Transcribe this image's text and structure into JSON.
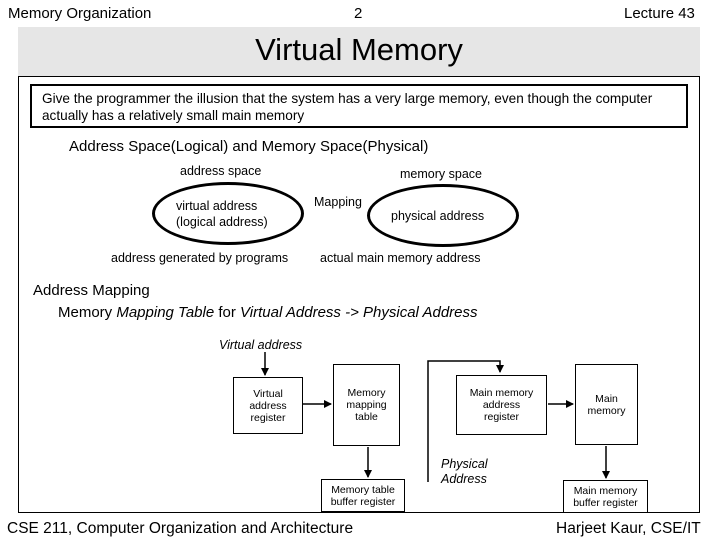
{
  "header": {
    "left": "Memory Organization",
    "center": "2",
    "right": "Lecture 43"
  },
  "slide": {
    "title": "Virtual Memory",
    "intro": "Give the programmer the illusion that the system has a very large memory, even though the computer actually has a relatively small main memory"
  },
  "section1": {
    "heading": "Address Space(Logical)  and Memory Space(Physical)",
    "address_space_label": "address space",
    "memory_space_label": "memory space",
    "virtual_address": "virtual address",
    "logical_address": "(logical address)",
    "mapping_label": "Mapping",
    "physical_address": "physical address",
    "generated_label": "address generated by programs",
    "actual_label": "actual main memory address"
  },
  "section2": {
    "heading": "Address Mapping",
    "subheading_prefix": "Memory ",
    "subheading_italic1": "Mapping Table",
    "subheading_mid": " for ",
    "subheading_italic2": "Virtual Address -> Physical Address"
  },
  "diagram": {
    "virtual_address_label": "Virtual address",
    "var_box": "Virtual\naddress\nregister",
    "mmt_box": "Memory\nmapping\ntable",
    "mar_box": "Main memory\naddress\nregister",
    "mm_box": "Main\nmemory",
    "mtbr_box": "Memory table\nbuffer register",
    "mmbr_box": "Main memory\nbuffer register",
    "physical_address_label_1": "Physical",
    "physical_address_label_2": "Address"
  },
  "footer": {
    "left": "CSE 211, Computer Organization and Architecture",
    "right": "Harjeet Kaur, CSE/IT"
  }
}
